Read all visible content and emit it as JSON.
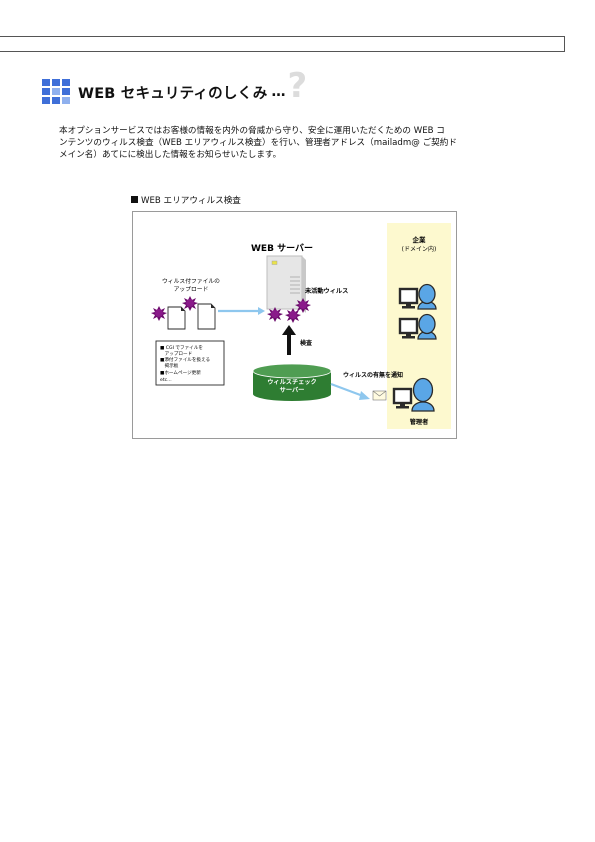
{
  "heading": {
    "title": "WEB セキュリティのしくみ",
    "ellipsis": "…",
    "qmark": "?"
  },
  "intro": [
    "本オプションサービスではお客様の情報を内外の脅威から守り、安全に運用いただくための WEB コ",
    "ンテンツのウィルス検査（WEB エリアウィルス検査）を行い、管理者アドレス（mailadm@ ご契約ド",
    "メイン名）あてにに検出した情報をお知らせいたします。"
  ],
  "section_label": "WEB エリアウィルス検査",
  "diagram": {
    "web_server_label": "WEB サーバー",
    "upload_label": [
      "ウィルス付ファイルの",
      "アップロード"
    ],
    "inactive_virus_label": "未活動ウィルス",
    "scan_label": "検査",
    "checker_server_label": [
      "ウィルスチェック",
      "サーバー"
    ],
    "notify_label": "ウィルスの有無を通知",
    "company_label": [
      "企業",
      "(ドメイン内)"
    ],
    "admin_label": "管理者",
    "methods_list": [
      "■ CGI でファイルを",
      "　アップロード",
      "■添付ファイルを扱える",
      "　掲示板",
      "■ホームページ更新",
      "etc…"
    ],
    "colors": {
      "company_panel": "#fdf9cf",
      "virus": "#6b0a6b",
      "arrow": "#8ec7ee",
      "checker_server": "#2e7d32",
      "person_body": "#5aa6e6",
      "monitor": "#2a2a2a",
      "heading_icon": "#3f6fd8"
    },
    "icons": [
      "server-icon",
      "document-icon",
      "virus-icon",
      "monitor-icon",
      "person-icon",
      "envelope-icon",
      "database-icon"
    ]
  }
}
